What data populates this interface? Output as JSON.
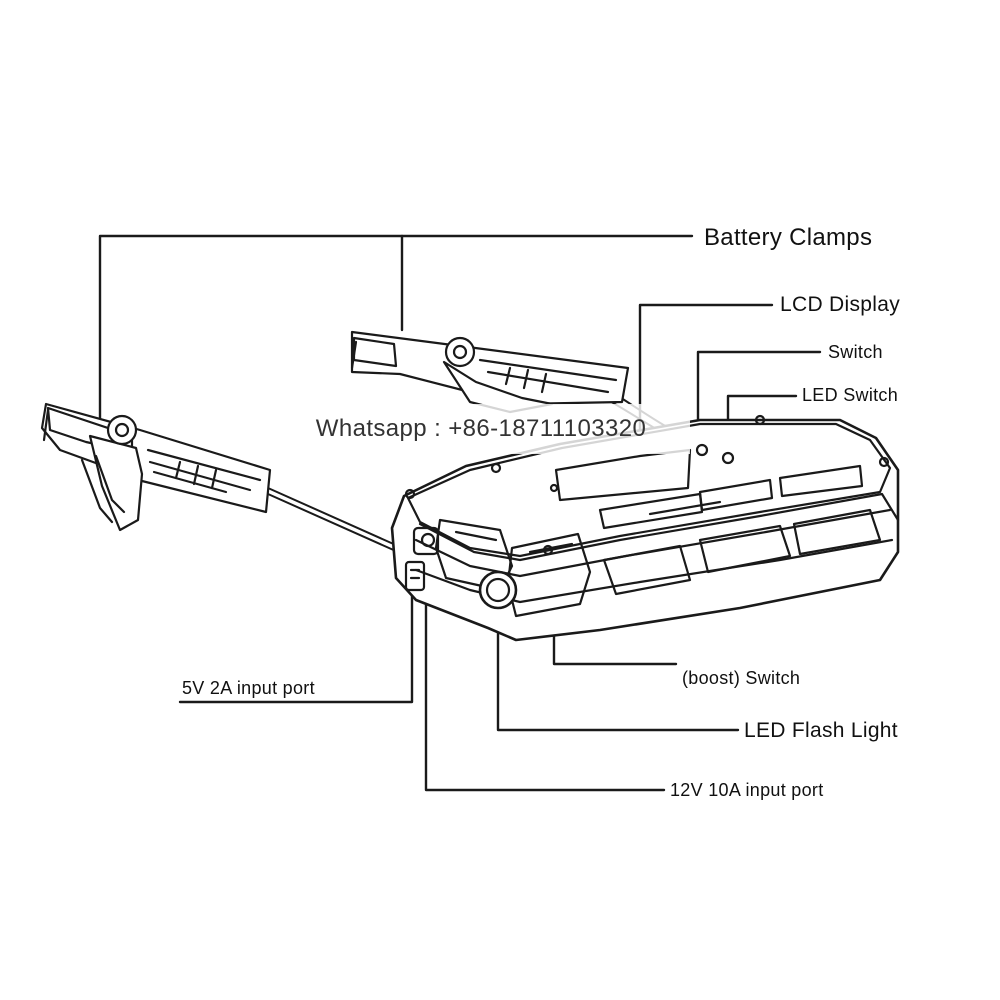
{
  "labels": {
    "battery_clamps": "Battery Clamps",
    "lcd_display": "LCD Display",
    "switch": "Switch",
    "led_switch": "LED Switch",
    "input_5v": "5V 2A input port",
    "boost_switch": "(boost) Switch",
    "led_flash_light": "LED Flash Light",
    "input_12v": "12V 10A input port"
  },
  "watermark": "Whatsapp : +86-18711103320",
  "colors": {
    "line": "#1a1a1a",
    "text": "#111111",
    "background": "#ffffff",
    "watermark_bg": "#ffffff"
  }
}
